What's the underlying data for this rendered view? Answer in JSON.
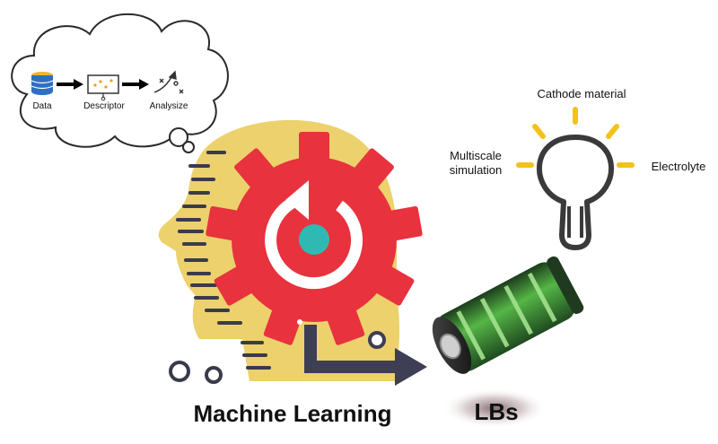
{
  "pipeline": {
    "step1": "Data",
    "step2": "Descriptor",
    "step3": "Analysize"
  },
  "bulb": {
    "top_label": "Cathode material",
    "left_label_line1": "Multiscale",
    "left_label_line2": "simulation",
    "right_label": "Electrolyte"
  },
  "captions": {
    "machine_learning": "Machine Learning",
    "battery": "LBs"
  },
  "colors": {
    "head": "#ecd16d",
    "gear": "#e8323e",
    "gear_hub": "#2fb9b2",
    "bulb_rays": "#f3c21a",
    "bulb_outline": "#3a3a3a",
    "arrow": "#3e3f55",
    "battery_green": "#4aa83a"
  },
  "icons": [
    "database-icon",
    "chart-icon",
    "scatter-icon",
    "refresh-icon",
    "lightbulb-icon",
    "battery-icon",
    "head-icon",
    "gear-icon"
  ]
}
